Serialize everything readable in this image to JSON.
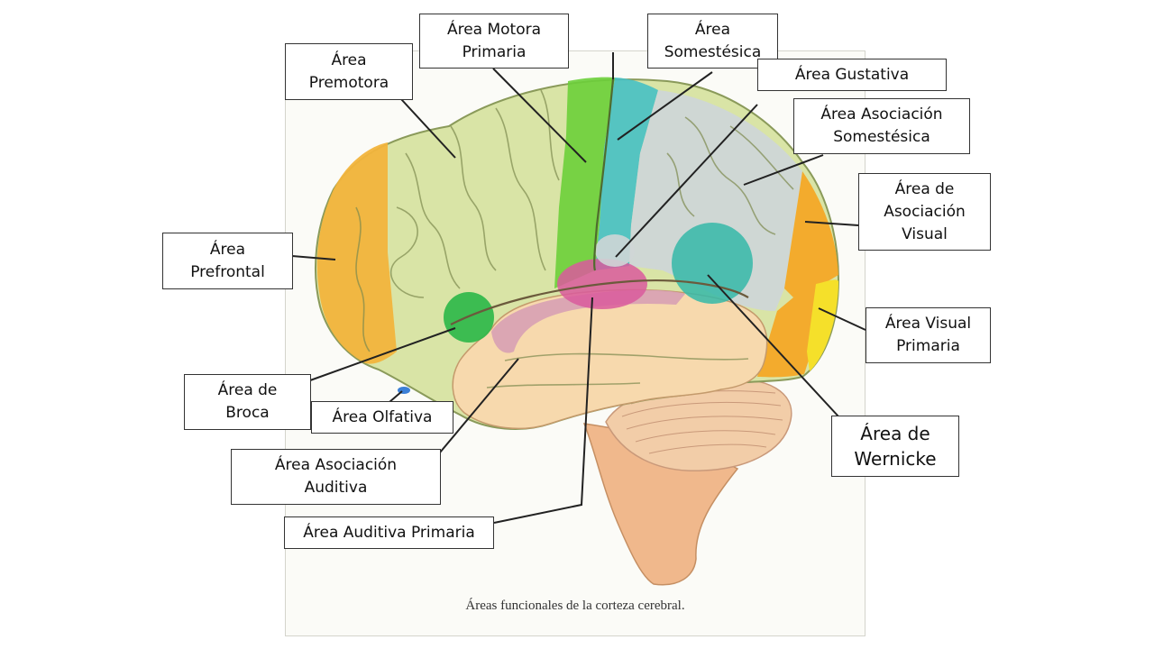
{
  "caption": "Áreas funcionales de la corteza cerebral.",
  "labels": {
    "motora_primaria": "Área Motora\nPrimaria",
    "somestesica": "Área\nSomestésica",
    "premotora": "Área\nPremotora",
    "gustativa": "Área Gustativa",
    "asociacion_somestesica": "Área Asociación\nSomestésica",
    "asociacion_visual": "Área de\nAsociación\nVisual",
    "prefrontal": "Área\nPrefrontal",
    "visual_primaria": "Área Visual\nPrimaria",
    "broca": "Área de\nBroca",
    "olfativa": "Área Olfativa",
    "wernicke": "Área de\nWernicke",
    "asociacion_auditiva": "Área Asociación\nAuditiva",
    "auditiva_primaria": "Área Auditiva Primaria"
  },
  "colors": {
    "prefrontal": "#f2b43c",
    "premotora": "#d9e4a6",
    "motora": "#6ccf3a",
    "somestesica": "#46c0c4",
    "asociacion_somestesica": "#cfd6d6",
    "asociacion_visual": "#f5a623",
    "visual_primaria": "#f5e02a",
    "temporal": "#f7d9ad",
    "auditiva_primaria": "#d95a9c",
    "asociacion_auditiva": "#d7a0b4",
    "broca": "#2fb84a",
    "wernicke": "#35b8a8",
    "cerebelo": "#f2cda8",
    "tronco": "#f0b88c"
  }
}
